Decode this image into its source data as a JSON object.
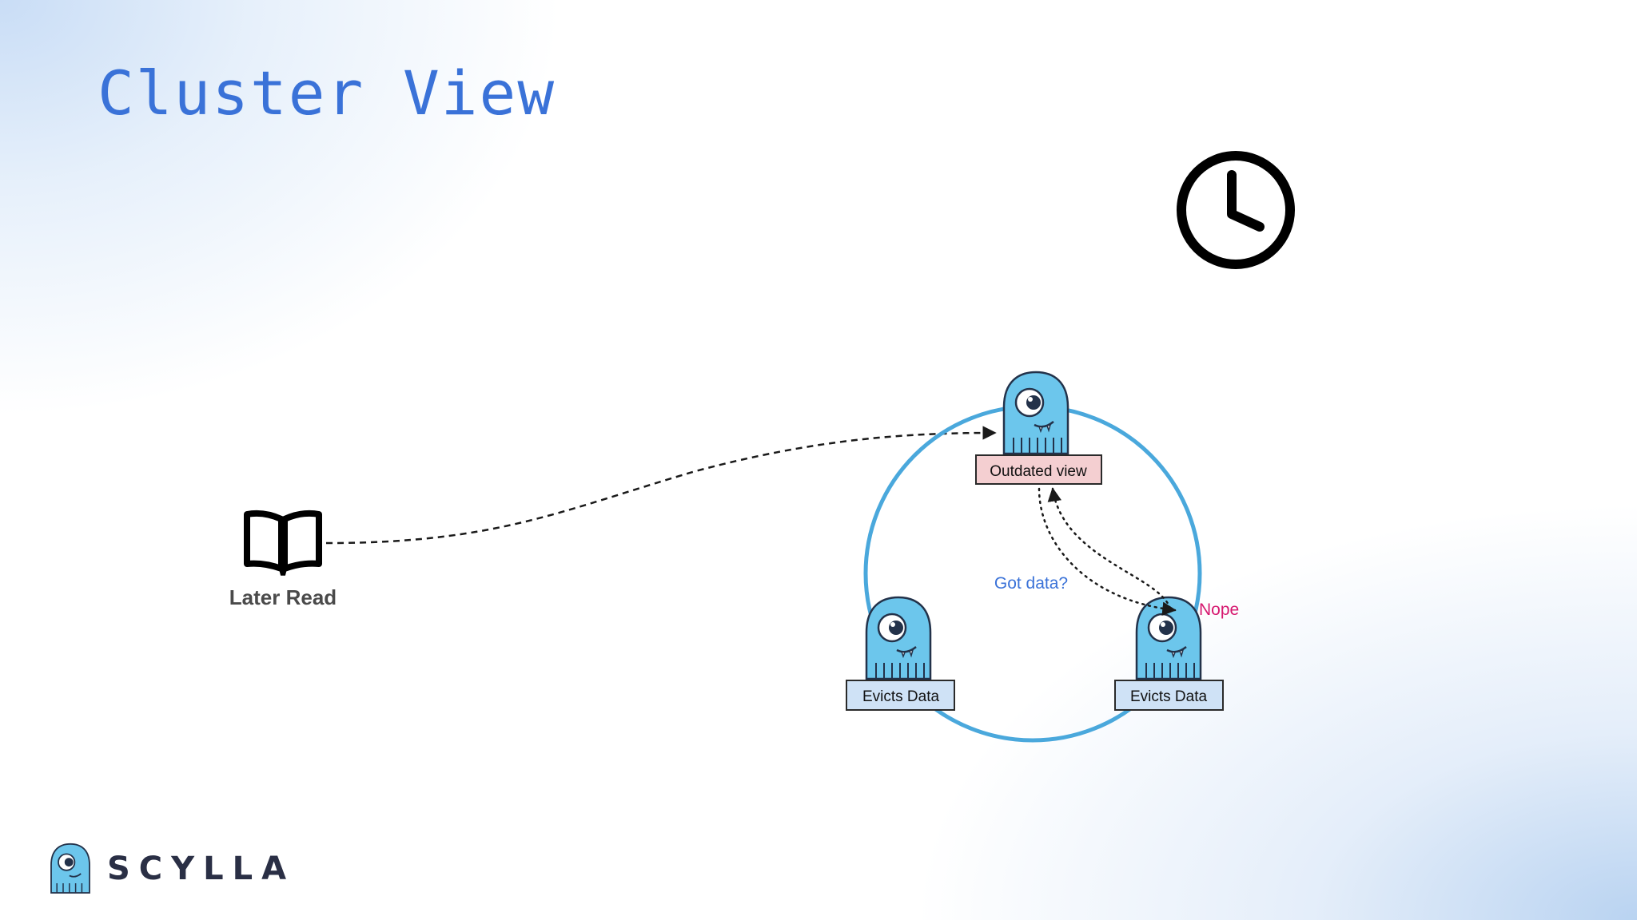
{
  "slide": {
    "title": "Cluster View"
  },
  "diagram": {
    "client_label": "Later Read",
    "nodes": {
      "top": "Outdated view",
      "left": "Evicts Data",
      "right": "Evicts Data"
    },
    "question": "Got data?",
    "answer": "Nope"
  },
  "brand": {
    "name": "SCYLLA"
  },
  "colors": {
    "title": "#3a72d8",
    "ring": "#4aa8dc",
    "outdated_fill": "#f4cfd1",
    "evicts_fill": "#cfe2f6",
    "question": "#3a72d8",
    "answer": "#d6186f",
    "mascot": "#6cc6ec"
  },
  "icons": [
    "clock-icon",
    "open-book-icon",
    "scylla-mascot-icon"
  ]
}
